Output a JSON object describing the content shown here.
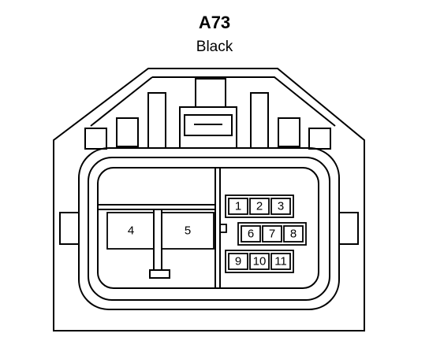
{
  "header": {
    "connector_id": "A73",
    "color": "Black"
  },
  "cavities": {
    "left_large": [
      "4",
      "5"
    ],
    "right_small": [
      [
        "1",
        "2",
        "3"
      ],
      [
        "6",
        "7",
        "8"
      ],
      [
        "9",
        "10",
        "11"
      ]
    ]
  },
  "style": {
    "line_color": "#000000",
    "background": "#ffffff"
  }
}
